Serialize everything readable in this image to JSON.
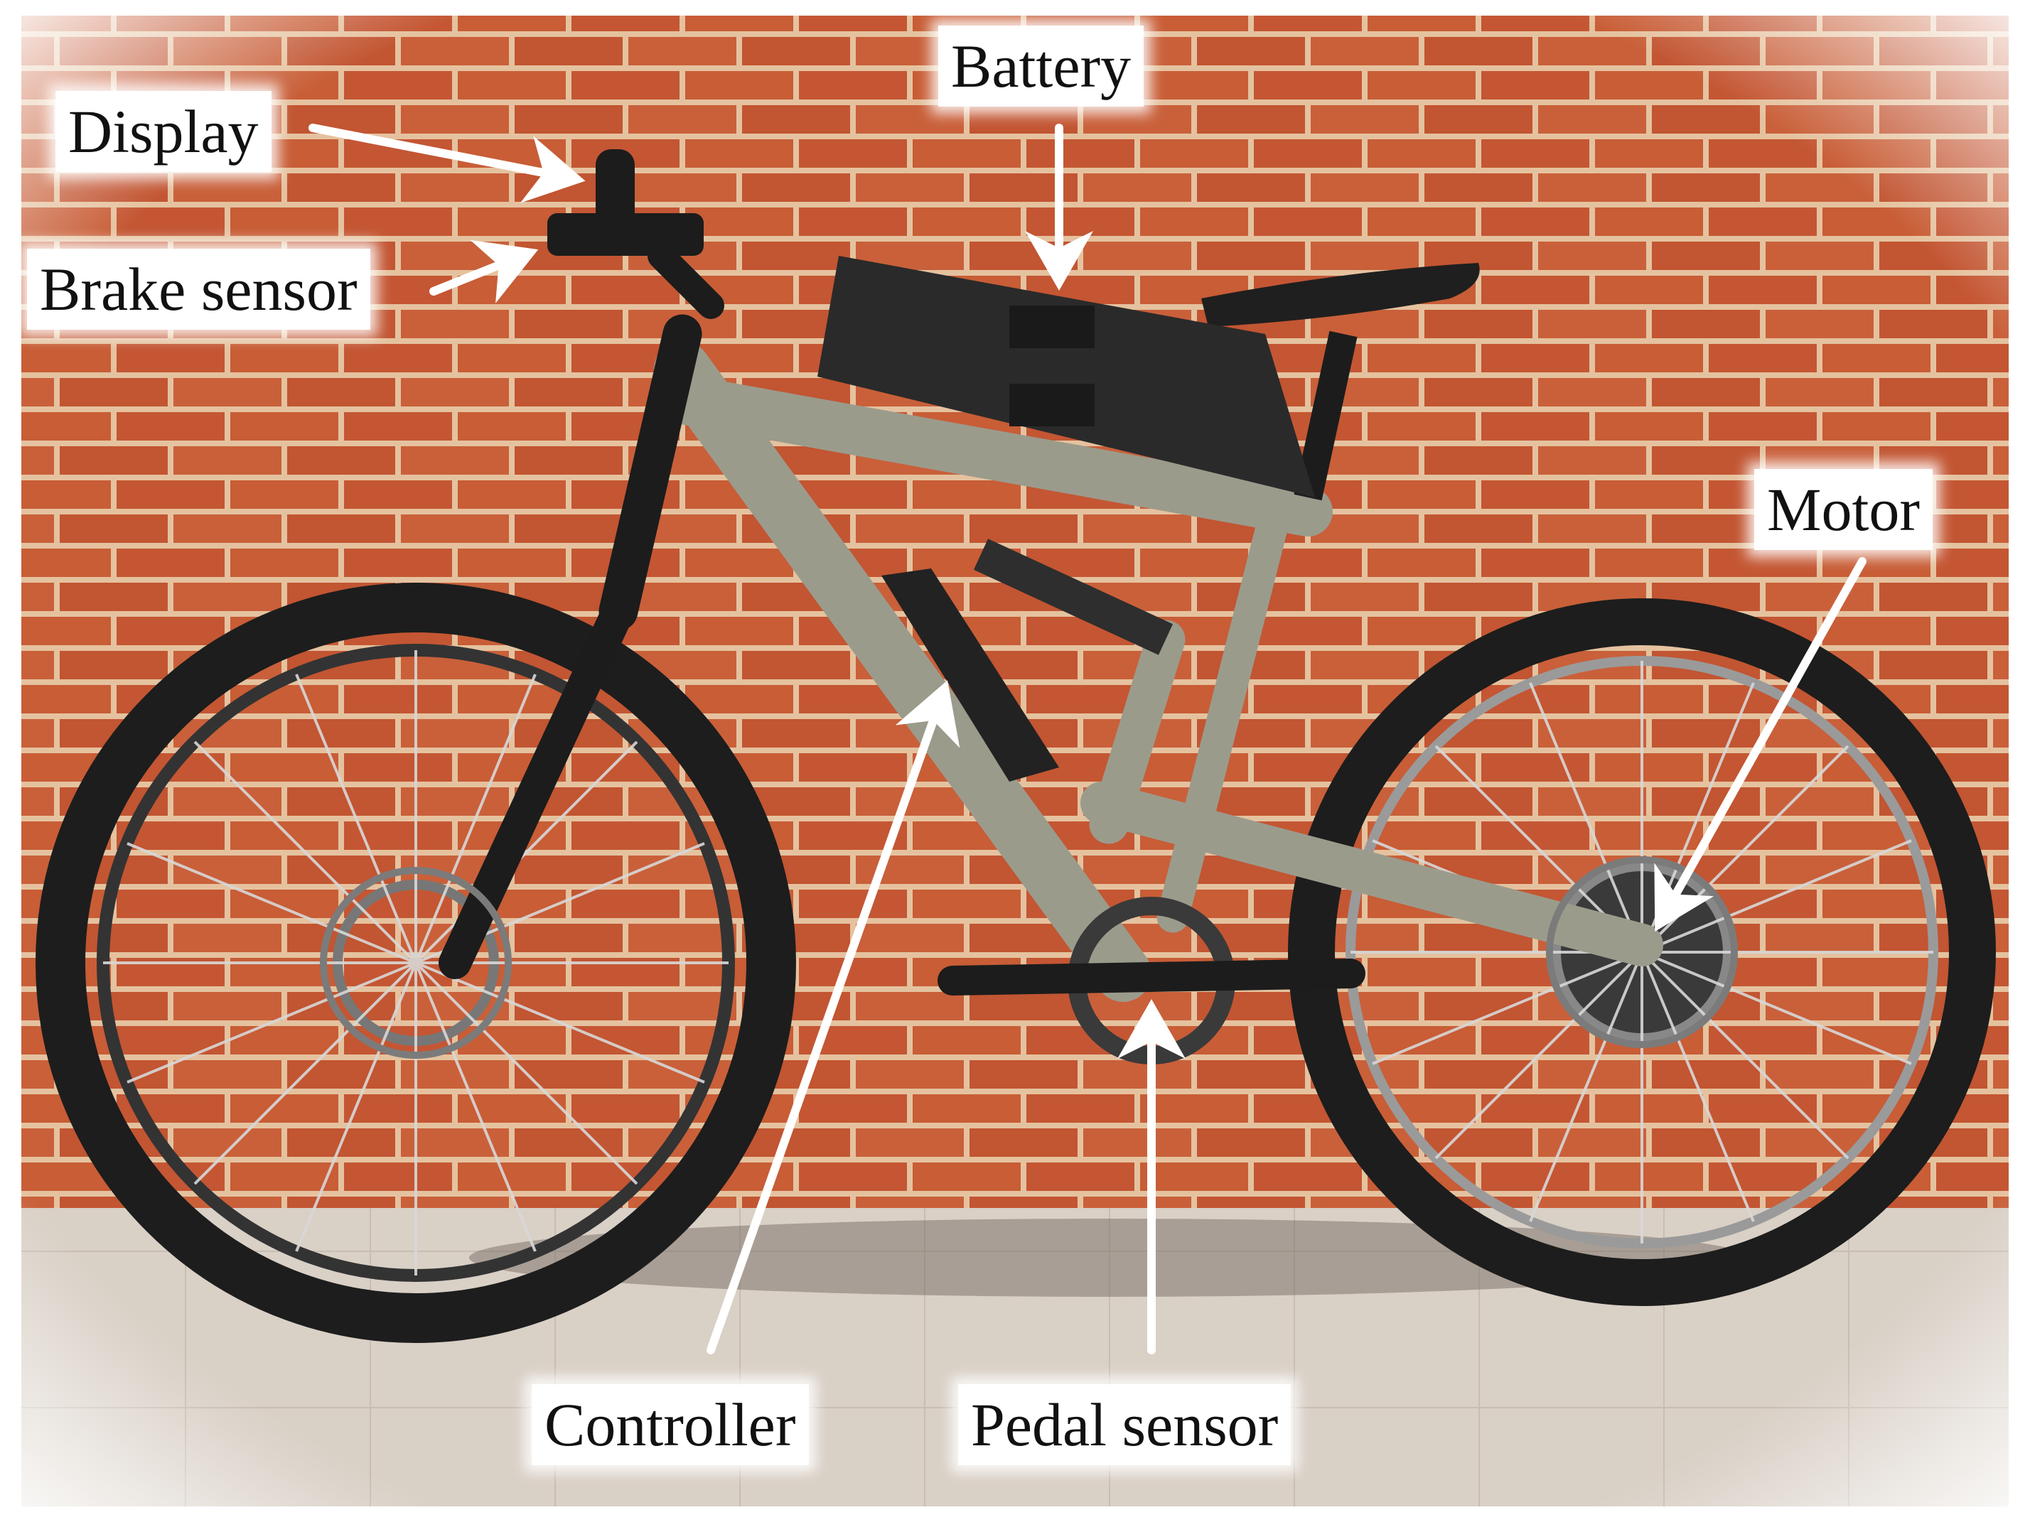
{
  "labels": {
    "display": "Display",
    "brake_sensor": "Brake sensor",
    "battery": "Battery",
    "motor": "Motor",
    "controller": "Controller",
    "pedal_sensor": "Pedal sensor"
  },
  "colors": {
    "brick": "#c65a34",
    "mortar": "#e8c7a8",
    "pavement": "#d7cec3",
    "frame": "#9a9a8a",
    "tyre": "#1d1d1d",
    "component": "#2b2b2b",
    "arrow": "#ffffff",
    "label_bg": "#ffffff"
  },
  "icons": {
    "photo_subject": "electric-bicycle"
  }
}
